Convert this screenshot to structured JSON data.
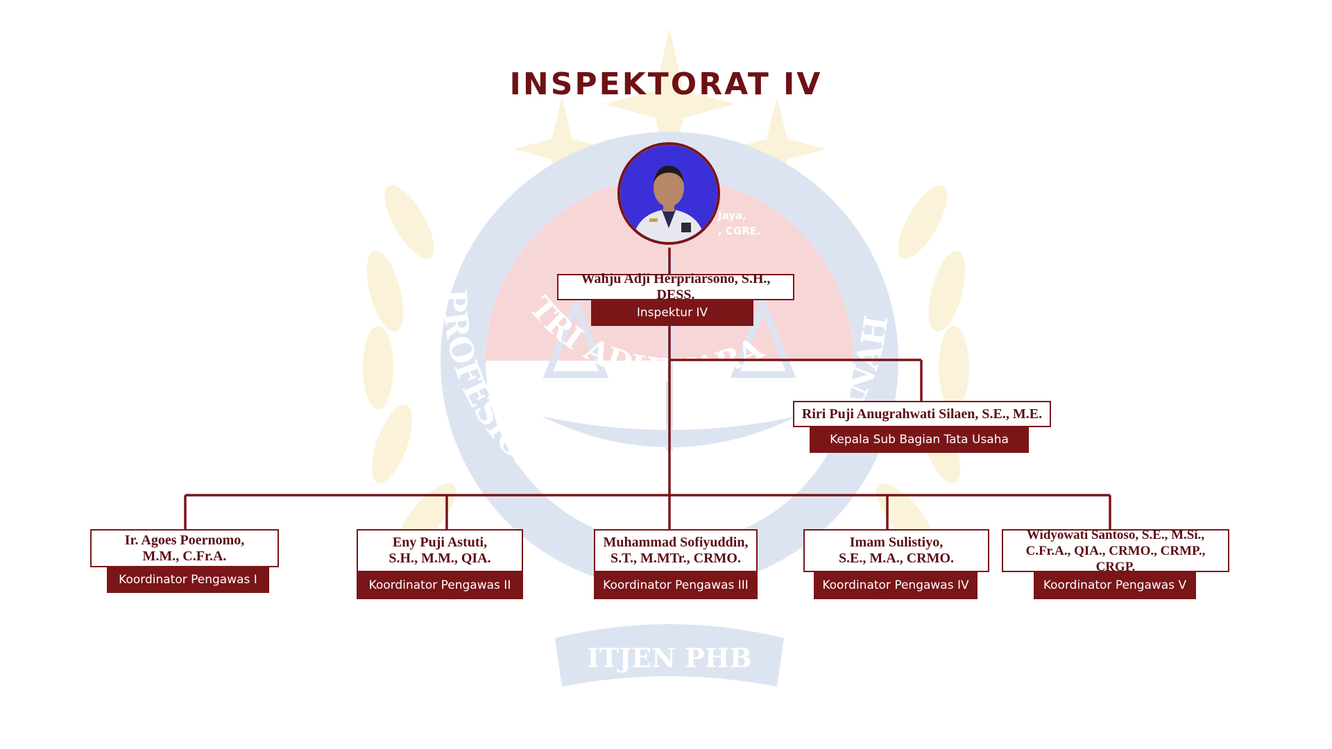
{
  "title": "INSPEKTORAT IV",
  "watermark": {
    "arc_text": "PROFESIONAL INTEGRITAS AMANAH",
    "top_text": "TRI ADHIKARA",
    "ribbon_text": "ITJEN PHB"
  },
  "head": {
    "name": "Wahju Adji Herpriarsono, S.H., DESS.",
    "role": "Inspektur IV",
    "overlap_text": "Jaya,\n, CGRE."
  },
  "admin": {
    "name": "Riri Puji Anugrahwati Silaen, S.E., M.E.",
    "role": "Kepala Sub Bagian Tata Usaha"
  },
  "coordinators": [
    {
      "name": "Ir. Agoes Poernomo,\nM.M., C.Fr.A.",
      "role": "Koordinator Pengawas I"
    },
    {
      "name": "Eny Puji Astuti,\nS.H., M.M., QIA.",
      "role": "Koordinator Pengawas II"
    },
    {
      "name": "Muhammad Sofiyuddin,\nS.T., M.MTr., CRMO.",
      "role": "Koordinator Pengawas III"
    },
    {
      "name": "Imam Sulistiyo,\nS.E., M.A., CRMO.",
      "role": "Koordinator Pengawas IV"
    },
    {
      "name": "Widyowati Santoso, S.E., M.Si.,\nC.Fr.A., QIA., CRMO., CRMP., CRGP.",
      "role": "Koordinator Pengawas V"
    }
  ],
  "colors": {
    "primary": "#7a1518",
    "title": "#6e1115",
    "avatar_bg": "#3b2fd8",
    "watermark_gold": "#e9c23a",
    "watermark_blue": "#4a6fb5",
    "watermark_red": "#d8232a"
  }
}
